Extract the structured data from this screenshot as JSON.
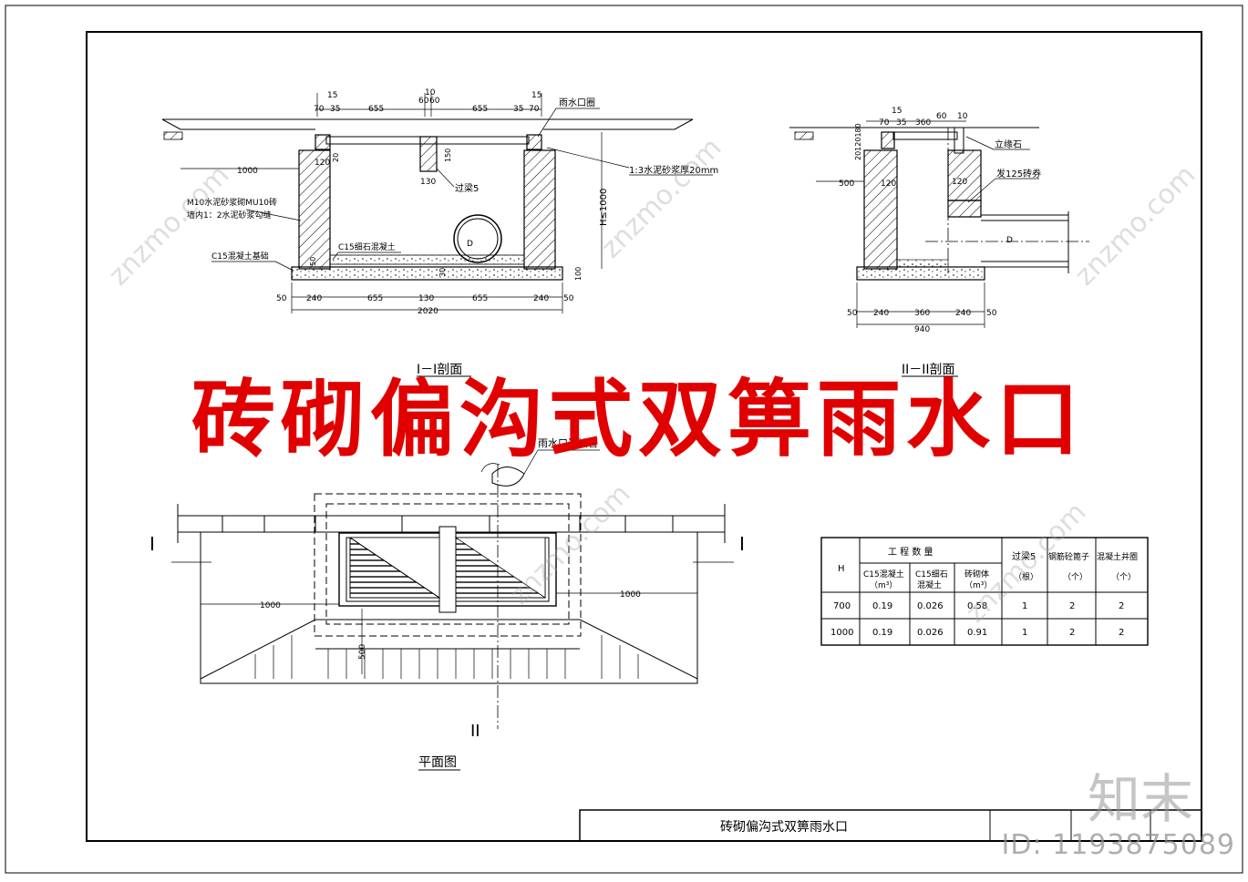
{
  "main_title": "砖砌偏沟式双箅雨水口",
  "title_block": {
    "name": "砖砌偏沟式双箅雨水口"
  },
  "section1": {
    "caption": "I－I剖面",
    "dims_top": [
      "70",
      "35",
      "655",
      "60",
      "60",
      "655",
      "35",
      "70",
      "15",
      "15",
      "10"
    ],
    "dims_bottom": [
      "50",
      "240",
      "655",
      "130",
      "655",
      "240",
      "50"
    ],
    "total": "2020",
    "labels": {
      "frame": "雨水口圈",
      "mortar": "1:3水泥砂浆厚20mm",
      "beam": "过梁5",
      "wall1": "M10水泥砂浆砌MU10砖",
      "wall2": "墙内1：2水泥砂浆勾缝",
      "fine": "C15细石混凝土",
      "base": "C15混凝土基础",
      "h": "H≤1000",
      "d1000": "1000",
      "d120": "120",
      "d20": "20",
      "d150": "150",
      "d130": "130",
      "d50": "50",
      "d30": "30",
      "d100": "100",
      "pipe": "D"
    }
  },
  "section2": {
    "caption": "II－II剖面",
    "dims_top": [
      "70",
      "35",
      "360",
      "60",
      "10",
      "15"
    ],
    "dims_bottom": [
      "50",
      "240",
      "360",
      "240",
      "50"
    ],
    "total": "940",
    "labels": {
      "curb": "立缘石",
      "arch": "发125砖券",
      "d500": "500",
      "d120a": "120",
      "d120b": "120",
      "left_stack": "20120180",
      "pipe": "D"
    }
  },
  "plan": {
    "caption": "平面图",
    "connect": "雨水口连接管",
    "d1000_l": "1000",
    "d1000_r": "1000",
    "d500": "500",
    "mark_I": "I",
    "mark_II": "II"
  },
  "table": {
    "col_h": "H",
    "group": "工  程  数  量",
    "sub1": "C15混凝土",
    "sub1u": "（m³）",
    "sub2a": "C15细石",
    "sub2b": "混凝土",
    "sub3": "砖砌体",
    "sub3u": "（m³）",
    "c4": "过梁5",
    "c4u": "（根）",
    "c5": "钢筋砼篦子",
    "c5u": "（个）",
    "c6": "混凝土井圈",
    "c6u": "（个）",
    "rows": [
      [
        "700",
        "0.19",
        "0.026",
        "0.58",
        "1",
        "2",
        "2"
      ],
      [
        "1000",
        "0.19",
        "0.026",
        "0.91",
        "1",
        "2",
        "2"
      ]
    ]
  },
  "watermarks": {
    "site": "znzmo.com",
    "brand": "知末",
    "id": "ID: 1193875089"
  }
}
